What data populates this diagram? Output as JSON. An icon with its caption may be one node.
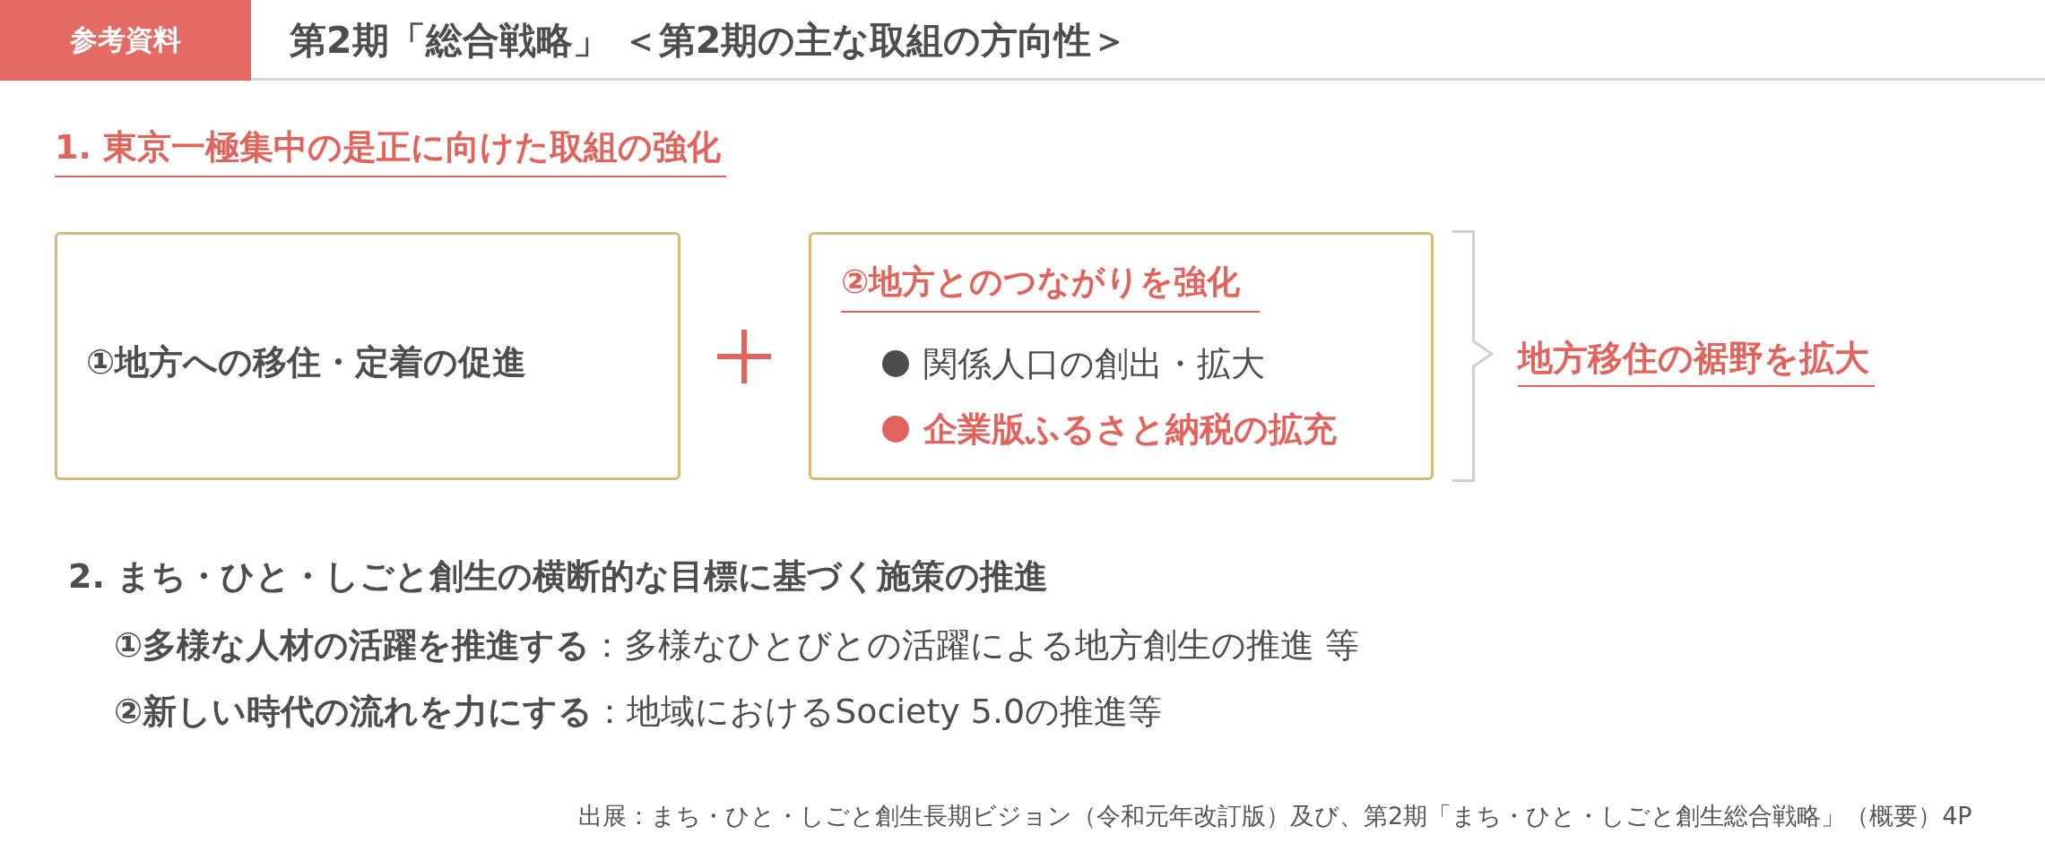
{
  "diagram": {
    "title": "第2期「総合戦略」 ＜第2期の主な取組の方向性＞",
    "caption": "出展：まち・ひと・しごと創生長期ビジョン（令和元年改訂版）及び、第2期「まち・ひと・しごと創生総合戦略」（概要）4P",
    "nodes": [
      {
        "text": [
          "参考資料"
        ]
      },
      {
        "text": [
          "①地方への移住・定着の促進"
        ]
      },
      {
        "text": [
          "②地方とのつながりを強化",
          "関係人口の創出・拡大",
          "企業版ふるさと納税の拡充"
        ]
      }
    ],
    "labels": [
      "1. 東京一極集中の是正に向けた取組の強化",
      "地方移住の裾野を拡大",
      "2. まち・ひと・しごと創生の横断的な目標に基づく施策の推進",
      "**①多様な人材の活躍を推進する**：多様なひとびとの活躍による地方創生の推進 等",
      "**②新しい時代の流れを力にする**：地域におけるSociety 5.0の推進等"
    ]
  }
}
